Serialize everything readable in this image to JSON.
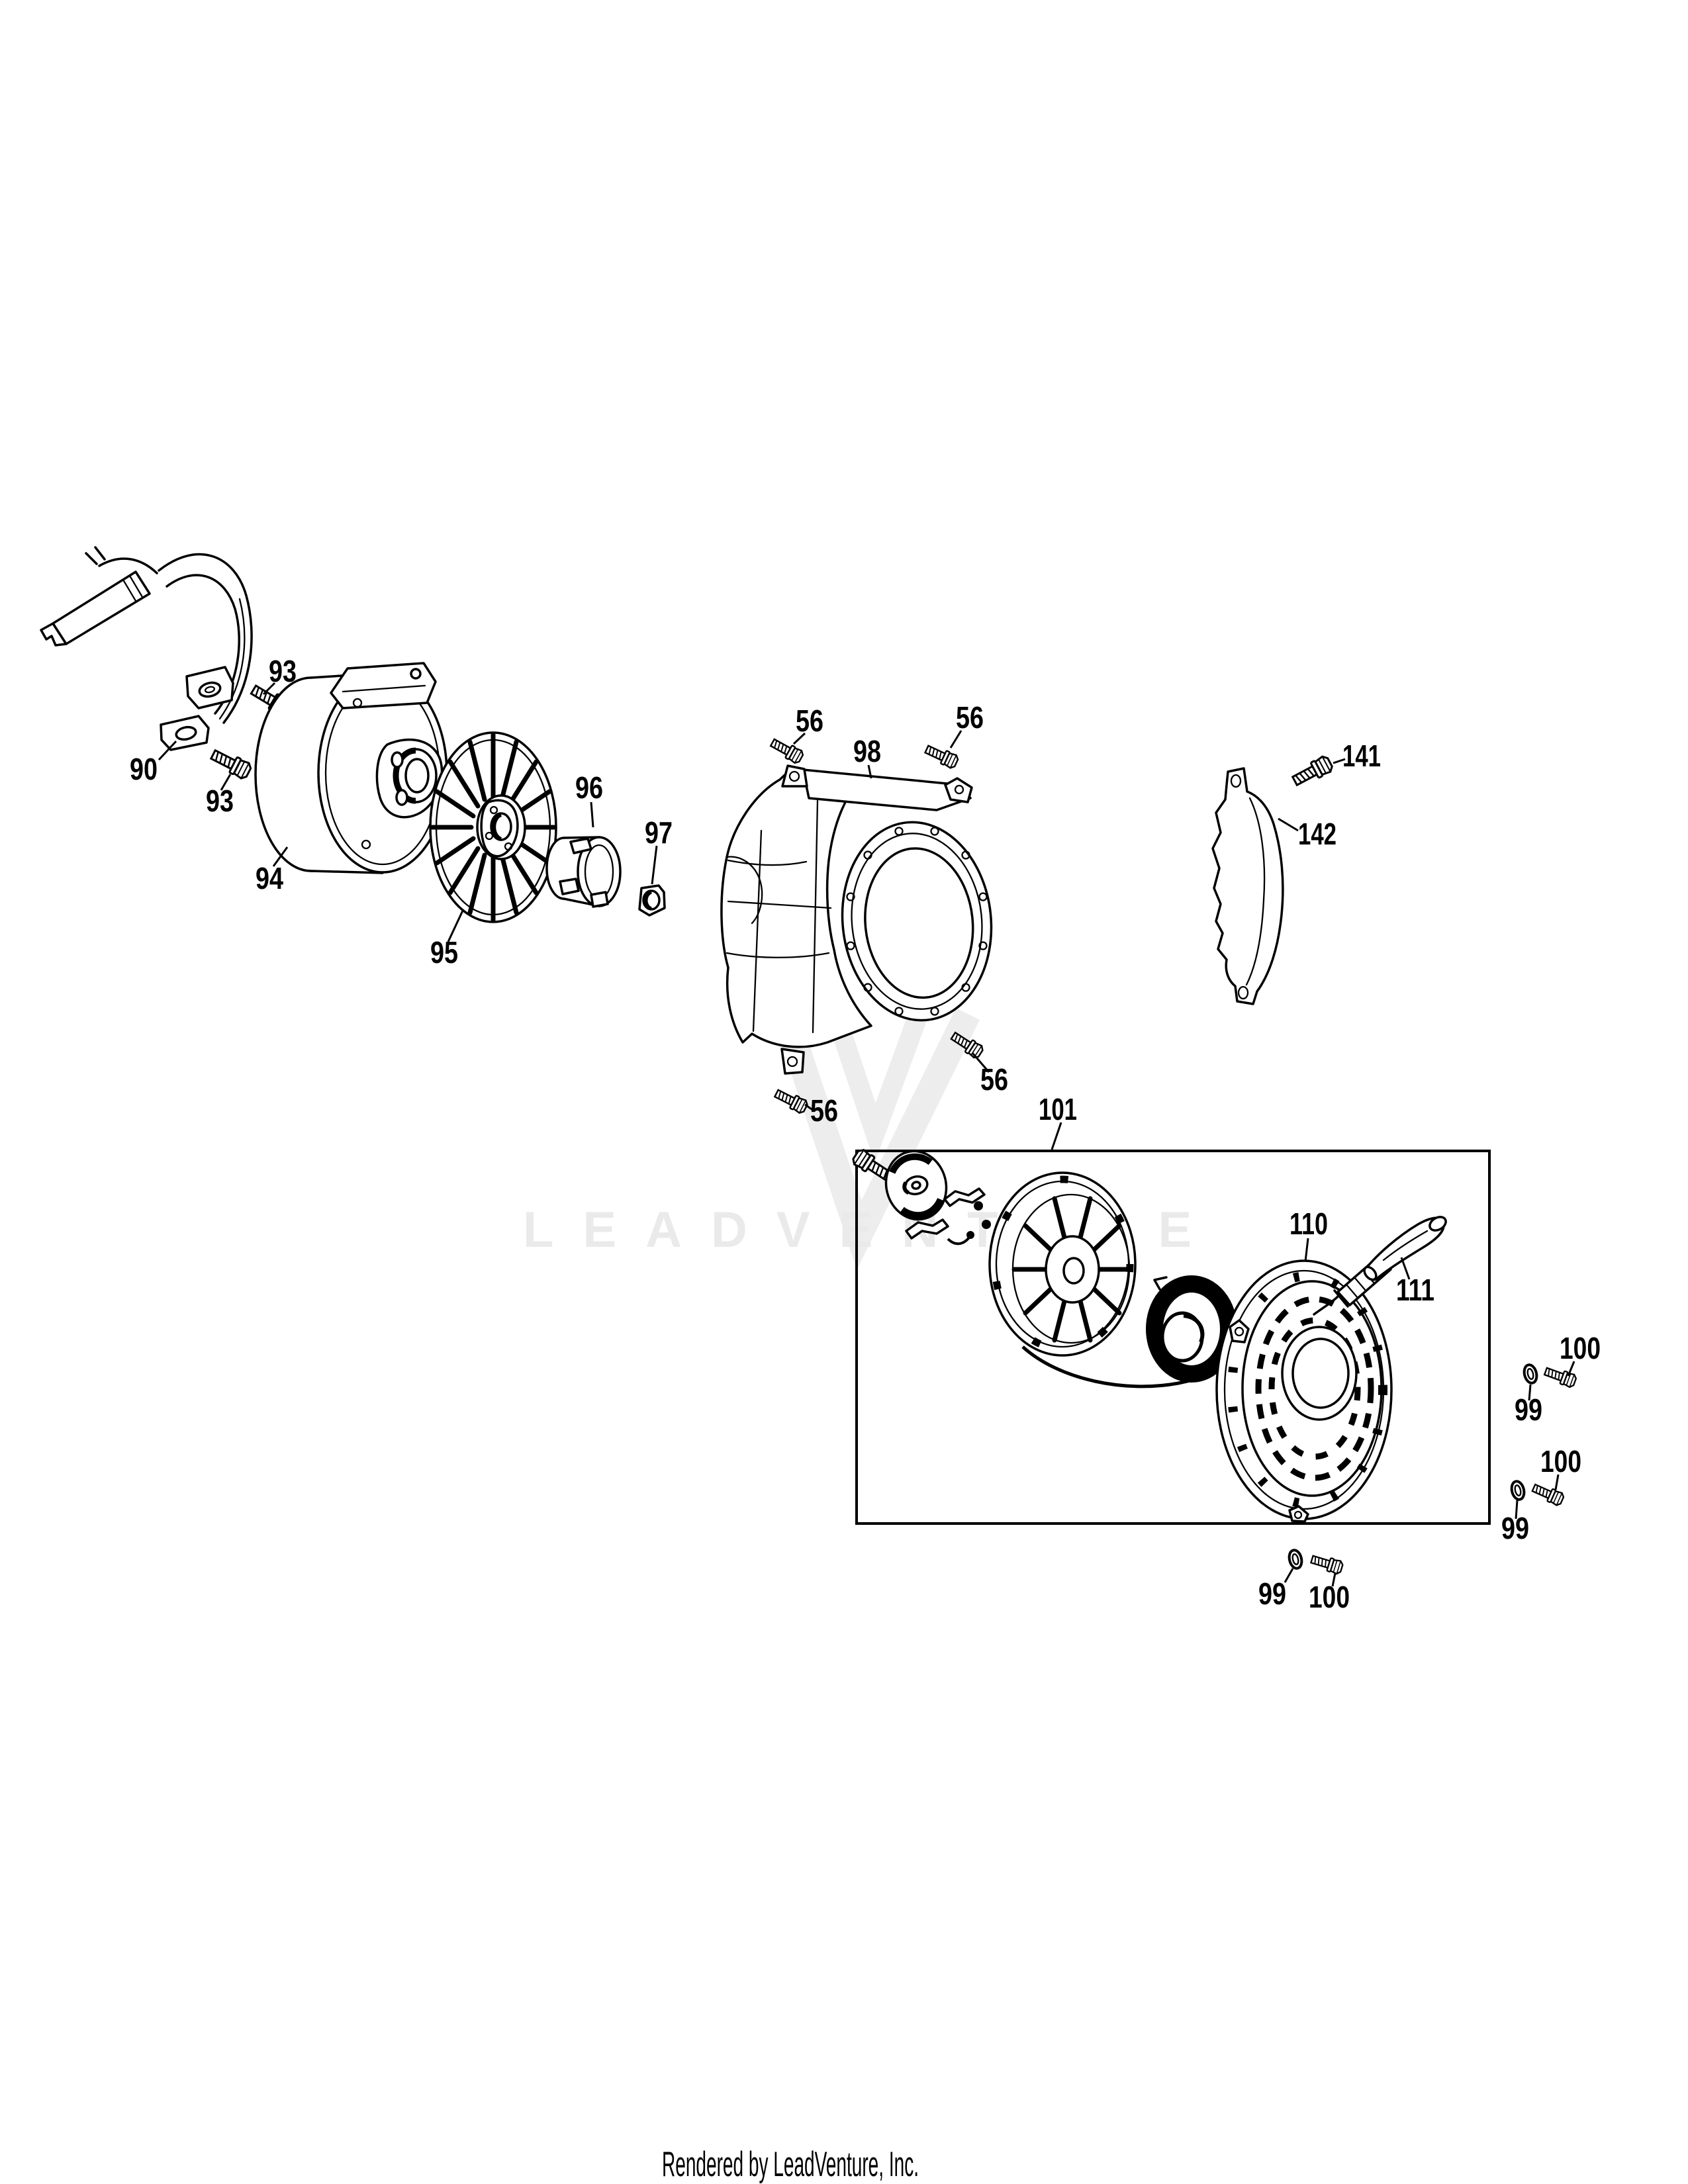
{
  "watermark": {
    "text": "LEADVENTURE",
    "color": "#eaeaea"
  },
  "footer": {
    "text": "Rendered by LeadVenture, Inc."
  },
  "diagram": {
    "type": "exploded-parts-diagram",
    "subject": "flywheel, blower housing and recoil starter assembly",
    "callouts": [
      {
        "label": "90"
      },
      {
        "label": "93"
      },
      {
        "label": "93"
      },
      {
        "label": "94"
      },
      {
        "label": "95"
      },
      {
        "label": "96"
      },
      {
        "label": "97"
      },
      {
        "label": "98"
      },
      {
        "label": "56"
      },
      {
        "label": "56"
      },
      {
        "label": "56"
      },
      {
        "label": "56"
      },
      {
        "label": "141"
      },
      {
        "label": "142"
      },
      {
        "label": "101"
      },
      {
        "label": "110"
      },
      {
        "label": "111"
      },
      {
        "label": "100"
      },
      {
        "label": "99"
      },
      {
        "label": "100"
      },
      {
        "label": "99"
      },
      {
        "label": "99"
      },
      {
        "label": "100"
      }
    ]
  }
}
